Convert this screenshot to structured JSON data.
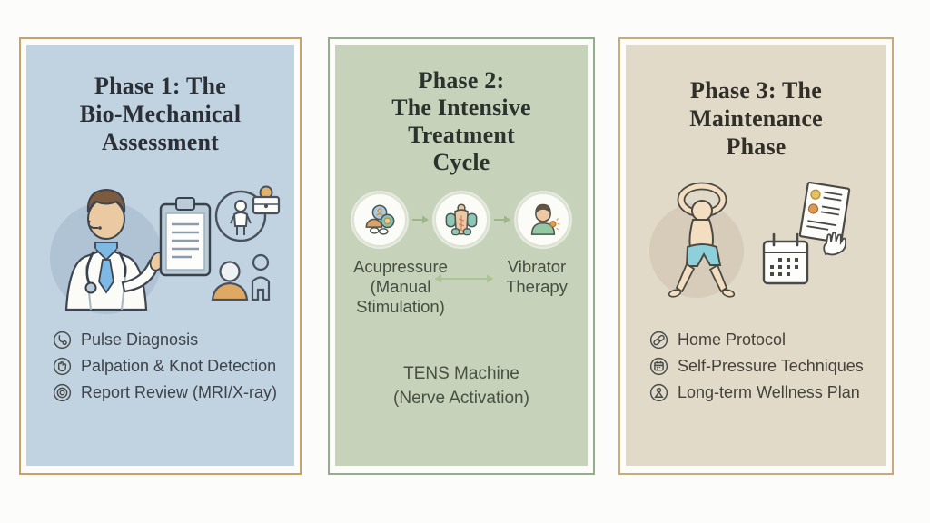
{
  "page": {
    "background_color": "#fcfcfb"
  },
  "cards": [
    {
      "title_lines": [
        "Phase 1: The",
        "Bio-Mechanical",
        "Assessment"
      ],
      "colors": {
        "fill": "#c1d2e1",
        "border": "#c8a269"
      },
      "illustration": "doctor-holding-clipboard-with-patient-icons",
      "items": [
        {
          "icon": "stethoscope-icon",
          "label": "Pulse Diagnosis"
        },
        {
          "icon": "palpation-hand-icon",
          "label": "Palpation & Knot Detection"
        },
        {
          "icon": "target-rings-icon",
          "label": "Report Review (MRI/X-ray)"
        }
      ]
    },
    {
      "title_lines": [
        "Phase 2:",
        "The Intensive",
        "Treatment",
        "Cycle"
      ],
      "colors": {
        "fill": "#c7d2ba",
        "border": "#94ad8c",
        "arrow": "#9cb786"
      },
      "flow": {
        "circle_icons": [
          "acupressure-hands-icon",
          "back-massage-icon",
          "vibration-therapy-icon"
        ],
        "left_label_lines": [
          "Acupressure",
          "(Manual",
          "Stimulation)"
        ],
        "right_label_lines": [
          "Vibrator",
          "Therapy"
        ]
      },
      "footer_lines": [
        "TENS Machine",
        "(Nerve Activation)"
      ]
    },
    {
      "title_lines": [
        "Phase 3: The",
        "Maintenance",
        "Phase"
      ],
      "colors": {
        "fill": "#e1dac9",
        "border": "#c9aa78"
      },
      "illustration": "stretching-person-calendar-and-plan-document",
      "items": [
        {
          "icon": "chain-link-icon",
          "label": "Home Protocol"
        },
        {
          "icon": "calendar-icon",
          "label": "Self-Pressure Techniques"
        },
        {
          "icon": "wellness-person-icon",
          "label": "Long-term Wellness Plan"
        }
      ]
    }
  ]
}
